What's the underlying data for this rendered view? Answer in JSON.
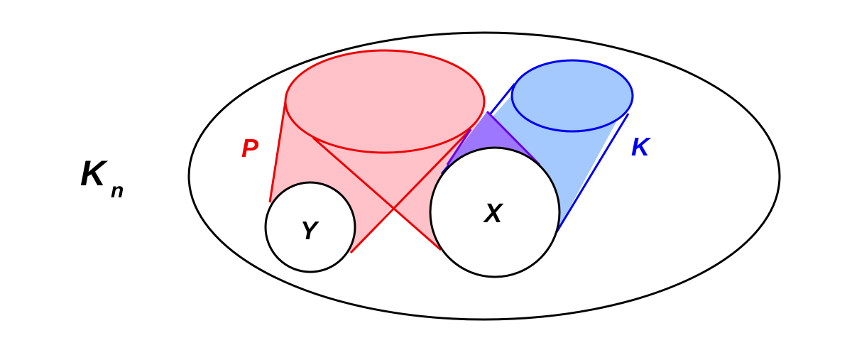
{
  "labels": {
    "universe": "K",
    "universe_subscript": "n",
    "p": "P",
    "k": "K",
    "x": "X",
    "y": "Y"
  },
  "colors": {
    "outline": "#000000",
    "p_stroke": "#ee0000",
    "p_fill": "#ffc2c9",
    "k_stroke": "#0000ee",
    "k_fill": "#a3c9ff",
    "overlap_fill": "#9d77ff",
    "overlap_stroke": "#6a00ee",
    "background": "#ffffff"
  }
}
